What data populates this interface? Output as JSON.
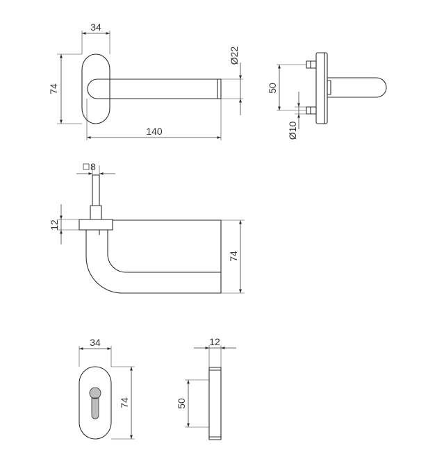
{
  "top_view": {
    "rose_width": "34",
    "rose_height": "74",
    "lever_length": "140",
    "lever_diameter": "Ø22"
  },
  "side_view": {
    "fixing_spacing": "50",
    "screw_diameter": "Ø10"
  },
  "spindle_view": {
    "spindle_square": "8",
    "rose_thickness": "12",
    "lever_projection": "74"
  },
  "escutcheon_front": {
    "width": "34",
    "height": "74"
  },
  "escutcheon_side": {
    "thickness": "12",
    "fixing_spacing": "50"
  },
  "colors": {
    "line": "#2b2b2b",
    "shade": "#bdbdbd",
    "text": "#333333"
  }
}
